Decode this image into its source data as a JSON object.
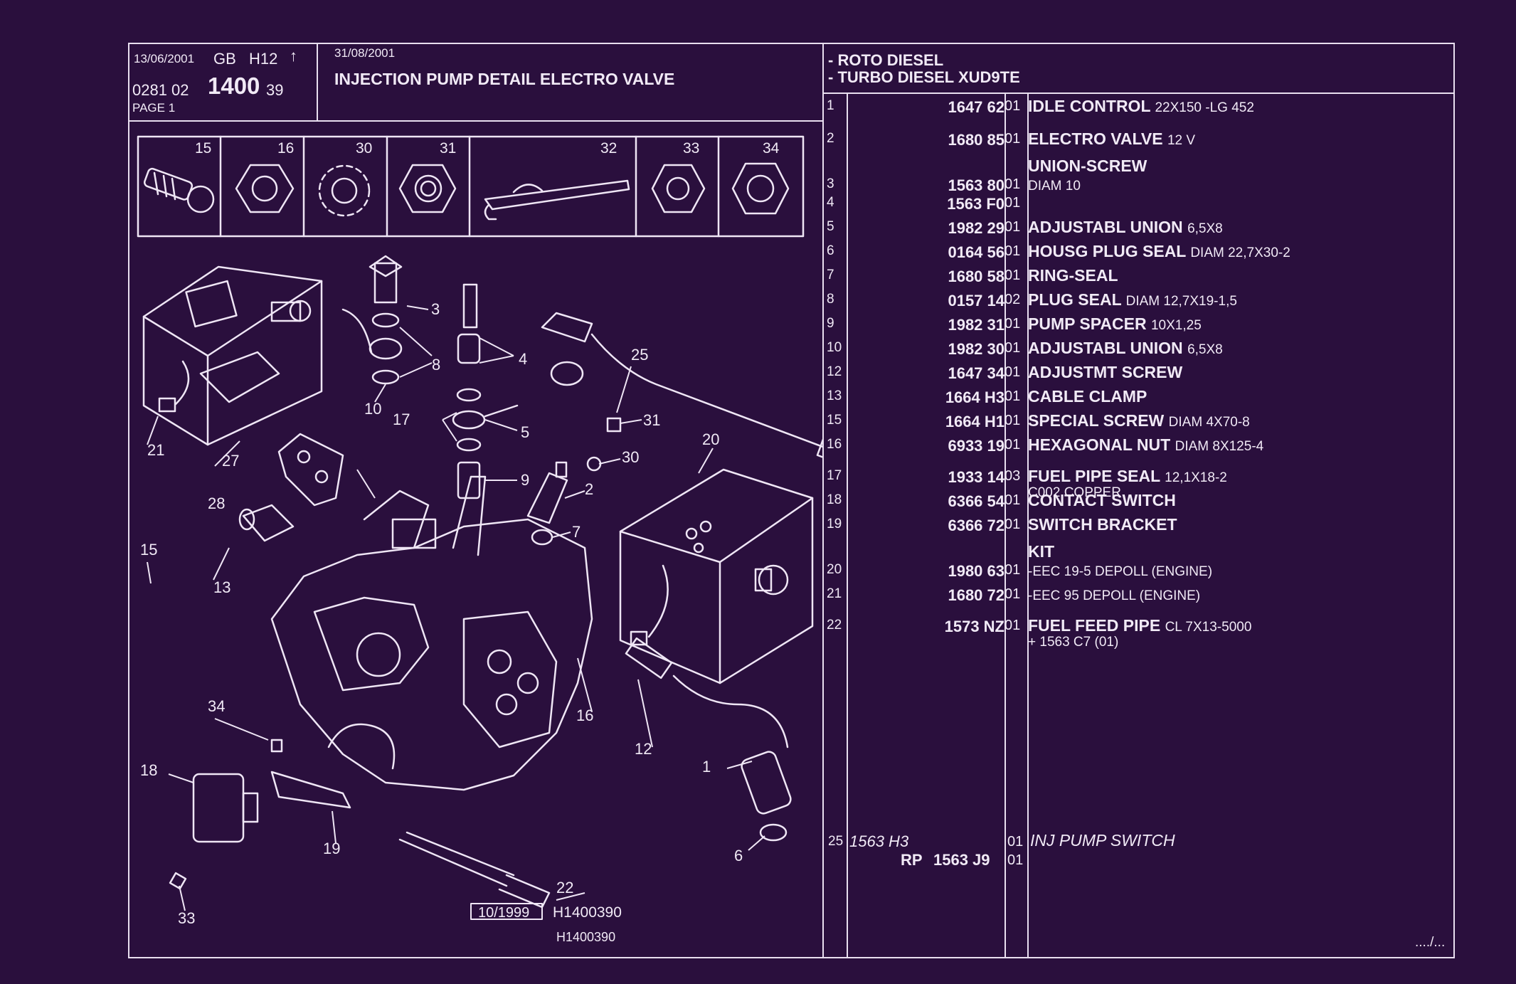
{
  "header": {
    "date1": "13/06/2001",
    "lang": "GB",
    "code": "H12",
    "arrow": "↑",
    "date2": "31/08/2001",
    "ref_prefix": "0281  02",
    "ref_main": "1400",
    "ref_suffix": "39",
    "page": "PAGE  1",
    "title": "INJECTION PUMP DETAIL ELECTRO VALVE",
    "model_line1": "- ROTO DIESEL",
    "model_line2": "- TURBO DIESEL XUD9TE"
  },
  "strip": {
    "items": [
      "15",
      "16",
      "30",
      "31",
      "32",
      "33",
      "34"
    ]
  },
  "diagram": {
    "callouts": [
      "3",
      "4",
      "8",
      "10",
      "17",
      "5",
      "9",
      "31",
      "30",
      "2",
      "7",
      "25",
      "20",
      "21",
      "27",
      "28",
      "15",
      "13",
      "1",
      "6",
      "12",
      "16",
      "34",
      "18",
      "19",
      "22",
      "33"
    ],
    "date_box": "10/1999",
    "code1": "H1400390",
    "code2": "H1400390"
  },
  "parts": [
    {
      "ref": "1",
      "num": "1647 62",
      "qty": "01",
      "name": "IDLE CONTROL",
      "detail": "22X150 -LG 452",
      "sub": "",
      "pre": ""
    },
    {
      "ref": "2",
      "num": "1680 85",
      "qty": "01",
      "name": "ELECTRO VALVE",
      "detail": "12 V",
      "sub": "",
      "pre": ""
    },
    {
      "ref": "3",
      "num": "1563 80",
      "qty": "01",
      "name": "",
      "detail": "DIAM 10",
      "sub": "",
      "pre": "UNION-SCREW"
    },
    {
      "ref": "4",
      "num": "1563 F0",
      "qty": "01",
      "name": "",
      "detail": "",
      "sub": "",
      "pre": ""
    },
    {
      "ref": "5",
      "num": "1982 29",
      "qty": "01",
      "name": "ADJUSTABL UNION",
      "detail": "6,5X8",
      "sub": "",
      "pre": ""
    },
    {
      "ref": "6",
      "num": "0164 56",
      "qty": "01",
      "name": "HOUSG PLUG SEAL",
      "detail": "DIAM 22,7X30-2",
      "sub": "",
      "pre": ""
    },
    {
      "ref": "7",
      "num": "1680 58",
      "qty": "01",
      "name": "RING-SEAL",
      "detail": "",
      "sub": "",
      "pre": ""
    },
    {
      "ref": "8",
      "num": "0157 14",
      "qty": "02",
      "name": "PLUG SEAL",
      "detail": "DIAM 12,7X19-1,5",
      "sub": "",
      "pre": ""
    },
    {
      "ref": "9",
      "num": "1982 31",
      "qty": "01",
      "name": "PUMP SPACER",
      "detail": "10X1,25",
      "sub": "",
      "pre": ""
    },
    {
      "ref": "10",
      "num": "1982 30",
      "qty": "01",
      "name": "ADJUSTABL UNION",
      "detail": "6,5X8",
      "sub": "",
      "pre": ""
    },
    {
      "ref": "12",
      "num": "1647 34",
      "qty": "01",
      "name": "ADJUSTMT SCREW",
      "detail": "",
      "sub": "",
      "pre": ""
    },
    {
      "ref": "13",
      "num": "1664 H3",
      "qty": "01",
      "name": "CABLE CLAMP",
      "detail": "",
      "sub": "",
      "pre": ""
    },
    {
      "ref": "15",
      "num": "1664 H1",
      "qty": "01",
      "name": "SPECIAL SCREW",
      "detail": "DIAM 4X70-8",
      "sub": "",
      "pre": ""
    },
    {
      "ref": "16",
      "num": "6933 19",
      "qty": "01",
      "name": "HEXAGONAL NUT",
      "detail": "DIAM 8X125-4",
      "sub": "",
      "pre": ""
    },
    {
      "ref": "17",
      "num": "1933 14",
      "qty": "03",
      "name": "FUEL PIPE SEAL",
      "detail": "12,1X18-2",
      "sub": "C002 COPPER",
      "pre": ""
    },
    {
      "ref": "18",
      "num": "6366 54",
      "qty": "01",
      "name": "CONTACT SWITCH",
      "detail": "",
      "sub": "",
      "pre": ""
    },
    {
      "ref": "19",
      "num": "6366 72",
      "qty": "01",
      "name": "SWITCH BRACKET",
      "detail": "",
      "sub": "",
      "pre": ""
    },
    {
      "ref": "20",
      "num": "1980 63",
      "qty": "01",
      "name": "",
      "detail": "-EEC 19-5 DEPOLL (ENGINE)",
      "sub": "",
      "pre": "KIT"
    },
    {
      "ref": "21",
      "num": "1680 72",
      "qty": "01",
      "name": "",
      "detail": "-EEC 95 DEPOLL (ENGINE)",
      "sub": "",
      "pre": ""
    },
    {
      "ref": "22",
      "num": "1573 NZ",
      "qty": "01",
      "name": "FUEL FEED PIPE",
      "detail": "CL 7X13-5000",
      "sub": "+  1563 C7 (01)",
      "pre": ""
    }
  ],
  "last_part": {
    "ref": "25",
    "num_italic": "1563 H3",
    "qty1": "01",
    "name": "INJ PUMP SWITCH",
    "rp_label": "RP",
    "rp_num": "1563 J9",
    "qty2": "01"
  },
  "footer": {
    "continued": "..../..."
  }
}
